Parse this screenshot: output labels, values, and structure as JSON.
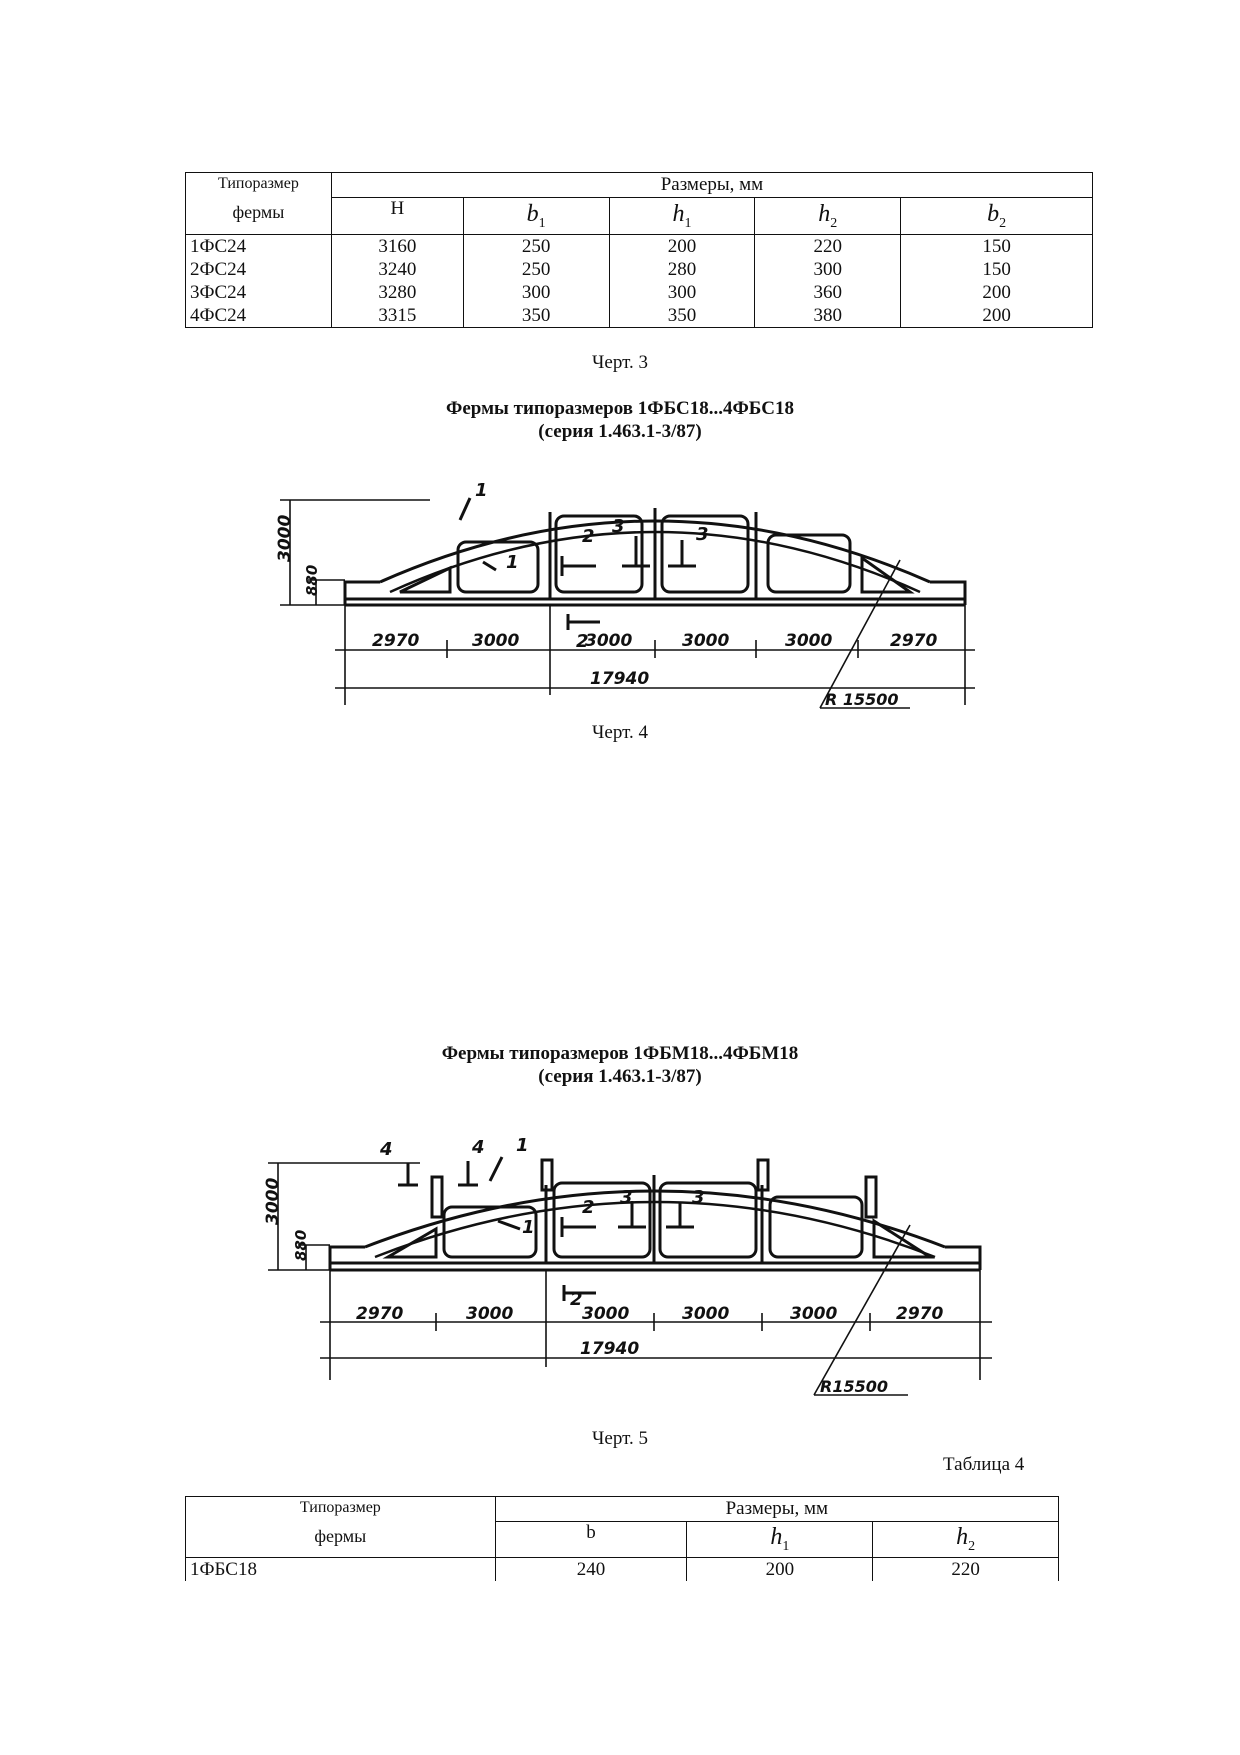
{
  "table3": {
    "col_type_line1": "Типоразмер",
    "col_type_line2": "фермы",
    "col_group": "Размеры, мм",
    "col_H": "Н",
    "col_b1": "b",
    "col_h1": "h",
    "col_h2": "h",
    "col_b2": "b",
    "sub_1": "1",
    "sub_2": "2",
    "rows": [
      [
        "1ФС24",
        "3160",
        "250",
        "200",
        "220",
        "150"
      ],
      [
        "2ФС24",
        "3240",
        "250",
        "280",
        "300",
        "150"
      ],
      [
        "3ФС24",
        "3280",
        "300",
        "300",
        "360",
        "200"
      ],
      [
        "4ФС24",
        "3315",
        "350",
        "350",
        "380",
        "200"
      ]
    ]
  },
  "caption3": "Черт. 3",
  "section4": {
    "title_line1": "Фермы типоразмеров 1ФБС18...4ФБС18",
    "title_line2": "(серия 1.463.1-3/87)",
    "drawing": {
      "height_total": "3000",
      "height_end": "880",
      "spans": [
        "2970",
        "3000",
        "3000",
        "3000",
        "3000",
        "2970"
      ],
      "length_total": "17940",
      "radius": "R 15500",
      "callouts": [
        "1",
        "1",
        "2",
        "2",
        "3",
        "3"
      ]
    },
    "caption": "Черт. 4"
  },
  "section5": {
    "title_line1": "Фермы типоразмеров 1ФБМ18...4ФБМ18",
    "title_line2": "(серия 1.463.1-3/87)",
    "drawing": {
      "height_total": "3000",
      "height_end": "880",
      "spans": [
        "2970",
        "3000",
        "3000",
        "3000",
        "3000",
        "2970"
      ],
      "length_total": "17940",
      "radius": "R15500",
      "callouts": [
        "4",
        "4",
        "1",
        "1",
        "2",
        "2",
        "3",
        "3"
      ]
    },
    "caption": "Черт. 5"
  },
  "table4_label": "Таблица  4",
  "table4": {
    "col_type_line1": "Типоразмер",
    "col_type_line2": "фермы",
    "col_group": "Размеры, мм",
    "col_b": "b",
    "col_h1": "h",
    "col_h2": "h",
    "sub_1": "1",
    "sub_2": "2",
    "rows": [
      [
        "1ФБС18",
        "240",
        "200",
        "220"
      ]
    ]
  }
}
